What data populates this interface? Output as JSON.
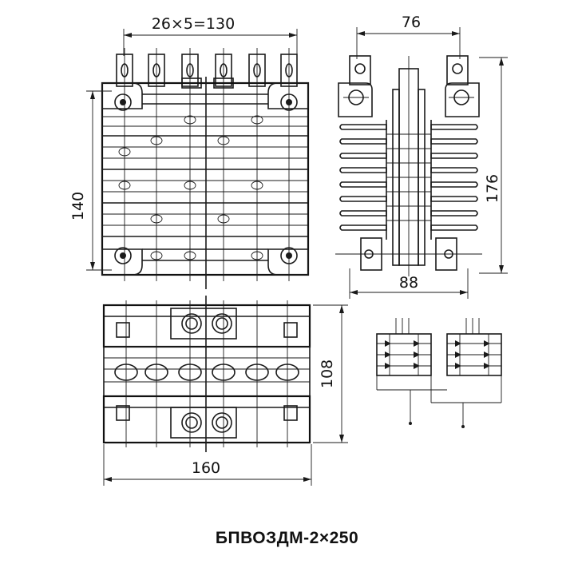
{
  "dimensions": {
    "top_width": "26×5=130",
    "left_height": "140",
    "side_width": "76",
    "side_height": "176",
    "side_base": "88",
    "bottom_height": "108",
    "bottom_width": "160"
  },
  "caption": "БПВОЗДМ-2×250"
}
